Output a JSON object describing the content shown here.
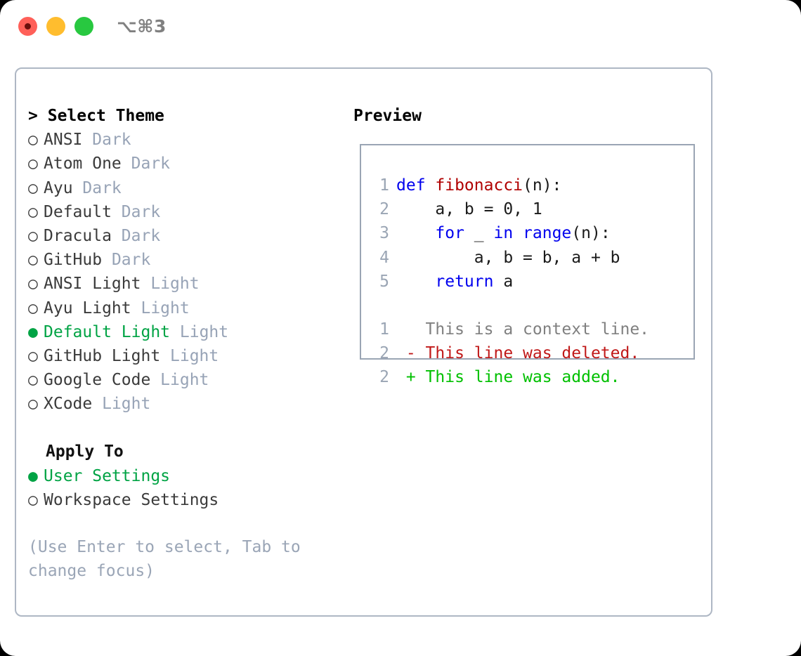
{
  "window": {
    "shortcut": "⌥⌘3",
    "traffic_lights": [
      "close-button",
      "minimize-button",
      "maximize-button"
    ],
    "colors": {
      "close": "#ff6059",
      "minimize": "#ffbd2e",
      "maximize": "#28c840",
      "accent_green": "#00a344",
      "muted": "#97a3b6",
      "border": "#aeb7c4"
    }
  },
  "theme_list": {
    "header": "Select Theme",
    "caret": ">",
    "marker_selected": "●",
    "marker_unselected": "○",
    "items": [
      {
        "name": "ANSI",
        "tag": "Dark",
        "selected": false
      },
      {
        "name": "Atom One",
        "tag": "Dark",
        "selected": false
      },
      {
        "name": "Ayu",
        "tag": "Dark",
        "selected": false
      },
      {
        "name": "Default",
        "tag": "Dark",
        "selected": false
      },
      {
        "name": "Dracula",
        "tag": "Dark",
        "selected": false
      },
      {
        "name": "GitHub",
        "tag": "Dark",
        "selected": false
      },
      {
        "name": "ANSI Light",
        "tag": "Light",
        "selected": false
      },
      {
        "name": "Ayu Light",
        "tag": "Light",
        "selected": false
      },
      {
        "name": "Default Light",
        "tag": "Light",
        "selected": true
      },
      {
        "name": "GitHub Light",
        "tag": "Light",
        "selected": false
      },
      {
        "name": "Google Code",
        "tag": "Light",
        "selected": false
      },
      {
        "name": "XCode",
        "tag": "Light",
        "selected": false
      }
    ]
  },
  "apply_to": {
    "title": "Apply To",
    "items": [
      {
        "name": "User Settings",
        "selected": true
      },
      {
        "name": "Workspace Settings",
        "selected": false
      }
    ]
  },
  "hint": "(Use Enter to select, Tab to change focus)",
  "preview": {
    "title": "Preview",
    "code_lines": [
      {
        "n": "1",
        "tokens": [
          {
            "t": "def ",
            "c": "kw"
          },
          {
            "t": "fibonacci",
            "c": "fn"
          },
          {
            "t": "(n):",
            "c": "pl"
          }
        ]
      },
      {
        "n": "2",
        "tokens": [
          {
            "t": "    a, b = 0, 1",
            "c": "pl"
          }
        ]
      },
      {
        "n": "3",
        "tokens": [
          {
            "t": "    ",
            "c": "pl"
          },
          {
            "t": "for",
            "c": "kw"
          },
          {
            "t": " _ ",
            "c": "pl"
          },
          {
            "t": "in",
            "c": "kw"
          },
          {
            "t": " ",
            "c": "pl"
          },
          {
            "t": "range",
            "c": "kw"
          },
          {
            "t": "(n):",
            "c": "pl"
          }
        ]
      },
      {
        "n": "4",
        "tokens": [
          {
            "t": "        a, b = b, a + b",
            "c": "pl"
          }
        ]
      },
      {
        "n": "5",
        "tokens": [
          {
            "t": "    ",
            "c": "pl"
          },
          {
            "t": "return",
            "c": "kw"
          },
          {
            "t": " a",
            "c": "pl"
          }
        ]
      }
    ],
    "diff_lines": [
      {
        "n": "1",
        "sign": " ",
        "text": "This is a context line.",
        "kind": "ctx"
      },
      {
        "n": "2",
        "sign": "-",
        "text": "This line was deleted.",
        "kind": "del"
      },
      {
        "n": "2",
        "sign": "+",
        "text": "This line was added.",
        "kind": "add"
      }
    ]
  }
}
